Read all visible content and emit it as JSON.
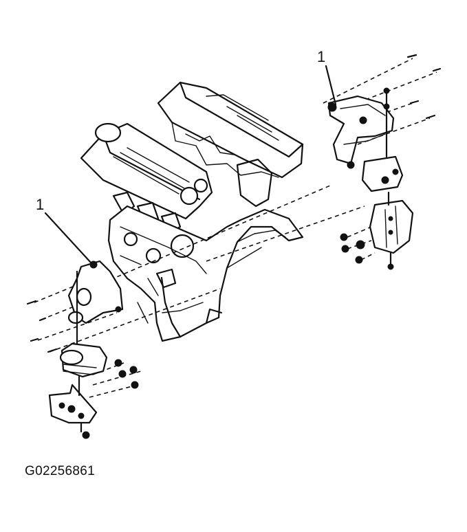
{
  "callouts": {
    "top_mount": "1",
    "left_mount": "1"
  },
  "figure_id": "G02256861"
}
